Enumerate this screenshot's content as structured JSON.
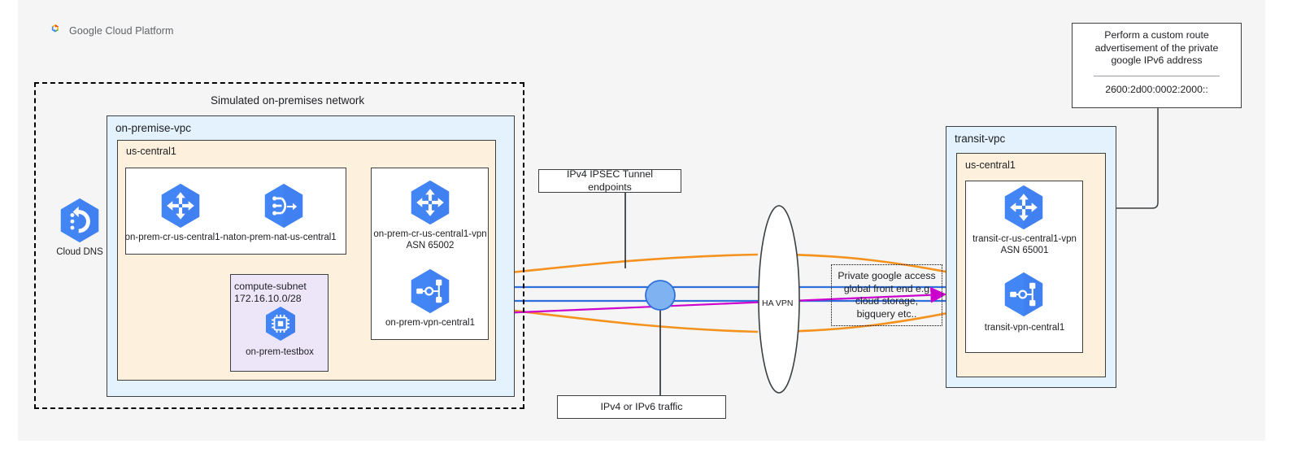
{
  "header": {
    "brand": "Google Cloud Platform",
    "logo_icon": "google-cloud-logo"
  },
  "onprem": {
    "outer_label": "Simulated on-premises network",
    "vpc_label": "on-premise-vpc",
    "region_label": "us-central1",
    "cloud_dns": {
      "label": "Cloud DNS",
      "icon": "cloud-dns-icon"
    },
    "routers": [
      {
        "label": "on-prem-cr-us-central1-nat",
        "icon": "cloud-router-icon"
      },
      {
        "label": "on-prem-nat-us-central1",
        "icon": "cloud-nat-icon"
      }
    ],
    "subnet": {
      "name": "compute-subnet",
      "cidr": "172.16.10.0/28",
      "vm": {
        "label": "on-prem-testbox",
        "icon": "compute-engine-icon"
      }
    },
    "vpn_group": {
      "router": {
        "label": "on-prem-cr-us-central1-vpn",
        "asn": "ASN 65002",
        "icon": "cloud-router-icon"
      },
      "gateway": {
        "label": "on-prem-vpn-central1",
        "icon": "cloud-vpn-icon"
      }
    }
  },
  "middle": {
    "tunnel_callout": "IPv4 IPSEC Tunnel endpoints",
    "traffic_callout": "IPv4 or IPv6 traffic",
    "ha_vpn_label": "HA VPN",
    "endpoint_icon": "vpn-tunnel-endpoint-circle",
    "pga_box": "Private google access global front end e.g cloud storage, bigquery etc.."
  },
  "transit": {
    "vpc_label": "transit-vpc",
    "region_label": "us-central1",
    "router": {
      "label": "transit-cr-us-central1-vpn",
      "asn": "ASN 65001",
      "icon": "cloud-router-icon"
    },
    "gateway": {
      "label": "transit-vpn-central1",
      "icon": "cloud-vpn-icon"
    }
  },
  "annotation": {
    "title": "Perform a custom route advertisement of the private google IPv6 address",
    "address": "2600:2d00:0002:2000::"
  },
  "colors": {
    "page_bg": "#f5f5f5",
    "vpc_blue": "#e3f2fd",
    "region_cream": "#fdf0dc",
    "subnet_lavender": "#ece6f8",
    "gcp_hex_blue": "#4285f4",
    "line_orange": "#f5921e",
    "line_blue": "#2f6fdb",
    "line_magenta": "#cc00cc",
    "endpoint_blue": "#7eb2f0"
  }
}
